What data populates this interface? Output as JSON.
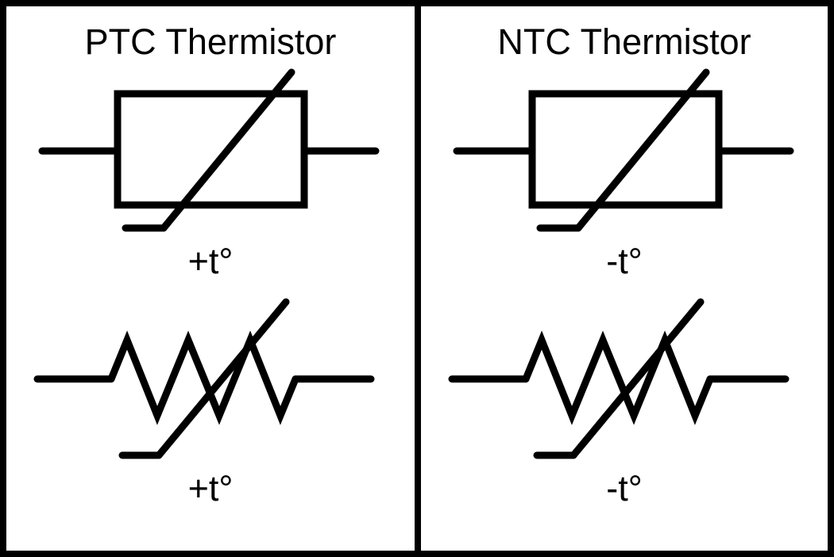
{
  "figure": {
    "background": "#ffffff",
    "ink": "#000000"
  },
  "panels": [
    {
      "id": "ptc",
      "title": "PTC Thermistor",
      "symbols": [
        {
          "name": "rectangular-thermistor-symbol",
          "label": "+t°"
        },
        {
          "name": "zigzag-thermistor-symbol",
          "label": "+t°"
        }
      ]
    },
    {
      "id": "ntc",
      "title": "NTC Thermistor",
      "symbols": [
        {
          "name": "rectangular-thermistor-symbol",
          "label": "-t°"
        },
        {
          "name": "zigzag-thermistor-symbol",
          "label": "-t°"
        }
      ]
    }
  ]
}
